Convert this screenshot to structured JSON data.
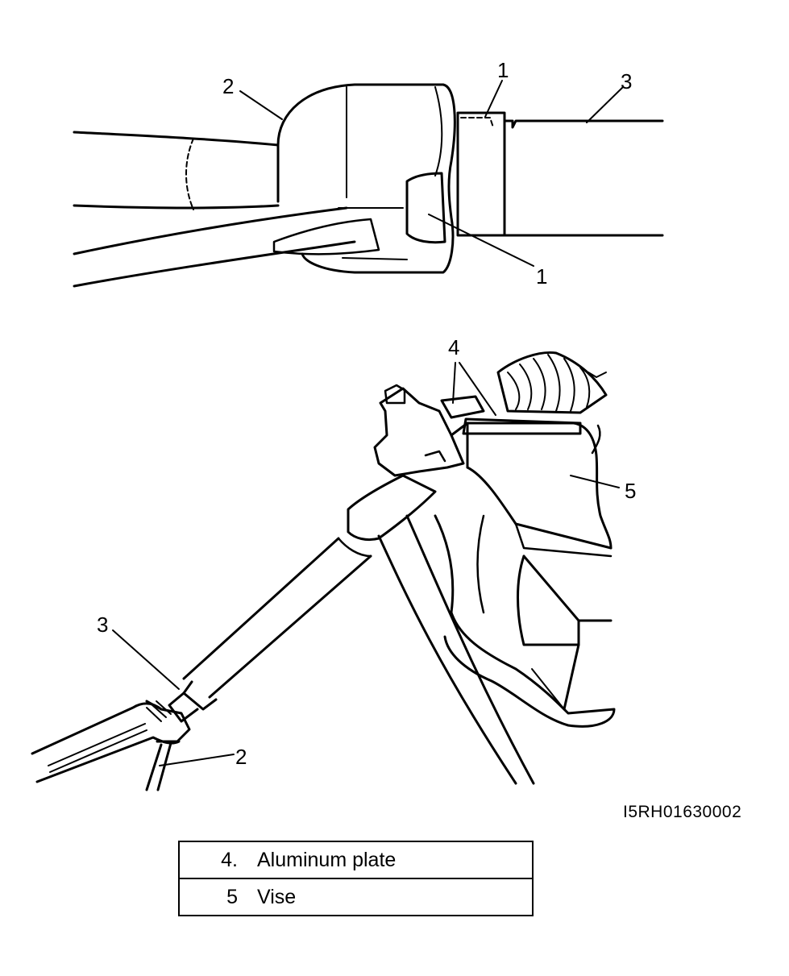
{
  "figure": {
    "code": "I5RH01630002",
    "top_view": {
      "callouts": [
        {
          "id": "t1a",
          "label": "1"
        },
        {
          "id": "t1b",
          "label": "1"
        },
        {
          "id": "t2",
          "label": "2"
        },
        {
          "id": "t3",
          "label": "3"
        }
      ]
    },
    "bottom_view": {
      "callouts": [
        {
          "id": "b2",
          "label": "2"
        },
        {
          "id": "b3",
          "label": "3"
        },
        {
          "id": "b4",
          "label": "4"
        },
        {
          "id": "b5",
          "label": "5"
        }
      ]
    }
  },
  "legend": [
    {
      "number": "4.",
      "text": "Aluminum plate"
    },
    {
      "number": "5",
      "text": "Vise"
    }
  ]
}
